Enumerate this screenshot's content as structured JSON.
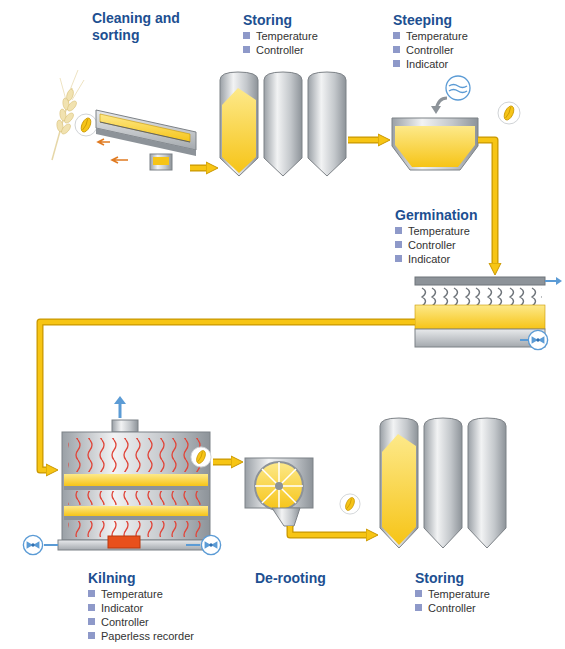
{
  "diagram": {
    "nodes": [
      {
        "text": [
          "Cleaning and sorting"
        ]
      },
      {
        "text": [
          "Storing",
          "Temperature",
          "Controller"
        ]
      },
      {
        "text": [
          "Steeping",
          "Temperature",
          "Controller",
          "Indicator"
        ]
      },
      {
        "text": [
          "Germination",
          "Temperature",
          "Controller",
          "Indicator"
        ]
      },
      {
        "text": [
          "Kilning",
          "Temperature",
          "Indicator",
          "Controller",
          "Paperless recorder"
        ]
      },
      {
        "text": [
          "De-rooting"
        ]
      },
      {
        "text": [
          "Storing",
          "Temperature",
          "Controller"
        ]
      }
    ],
    "edges": [
      {
        "from": 0,
        "to": 1,
        "arrow": "to"
      },
      {
        "from": 1,
        "to": 2,
        "arrow": "to"
      },
      {
        "from": 2,
        "to": 3,
        "arrow": "to"
      },
      {
        "from": 3,
        "to": 4,
        "arrow": "to"
      },
      {
        "from": 4,
        "to": 5,
        "arrow": "to"
      },
      {
        "from": 5,
        "to": 6,
        "arrow": "to"
      }
    ]
  }
}
